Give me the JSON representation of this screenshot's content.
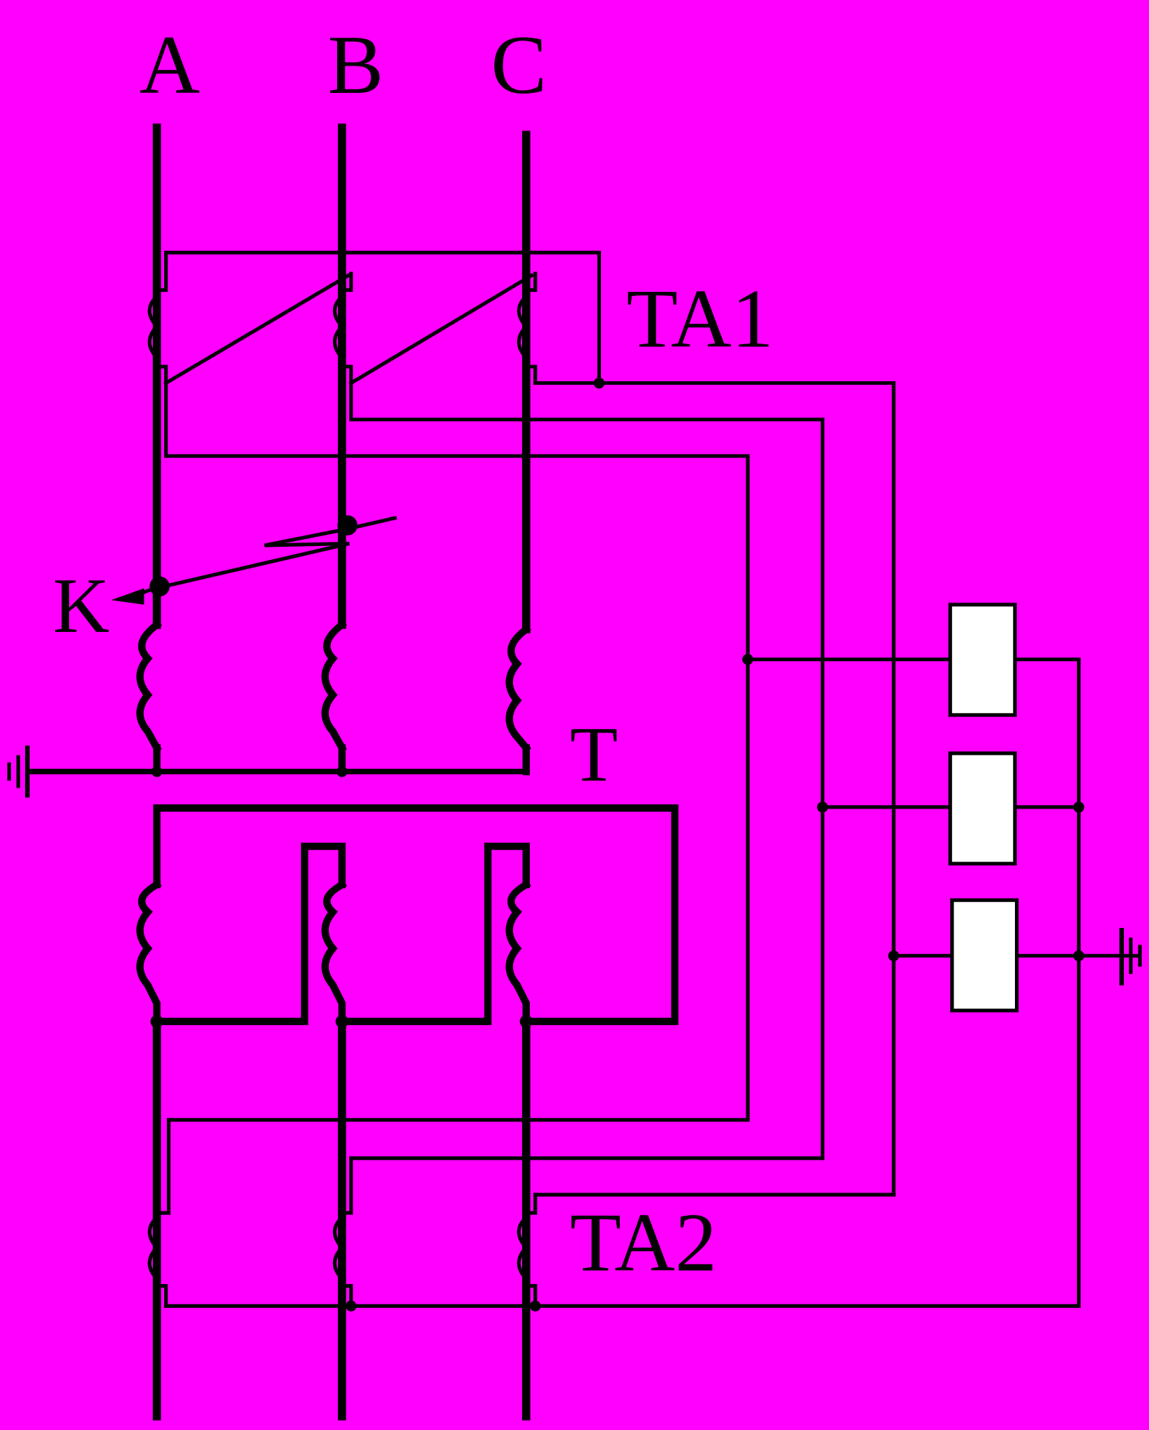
{
  "diagram": {
    "background_color": "#FF00FF",
    "line_color": "#000000",
    "relay_fill": "#FFFFFF",
    "labels": {
      "phase_a": "A",
      "phase_b": "B",
      "phase_c": "C",
      "ct_upper": "TA1",
      "ct_lower": "TA2",
      "fault_point": "K",
      "transformer": "T"
    },
    "relay_count": 3,
    "ground_symbols": [
      "ground-left",
      "ground-right"
    ]
  }
}
